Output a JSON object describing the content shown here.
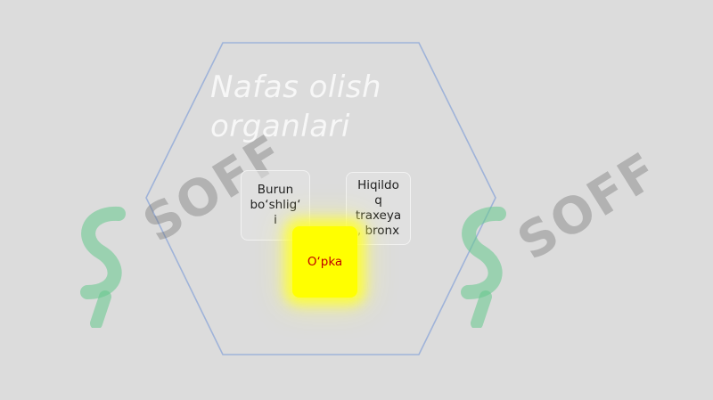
{
  "diagram": {
    "title_line1": "Nafas olish",
    "title_line2": "organlari",
    "nodes": [
      {
        "label": "Burun\nbo‘shlig‘\ni"
      },
      {
        "label": "Hiqildo\nq\ntraxeya\n, bronx"
      },
      {
        "label": "O‘pka",
        "highlighted": true,
        "color": "#ffff00",
        "text_color": "#c00000"
      }
    ]
  },
  "watermarks": [
    {
      "text": "SOFF"
    },
    {
      "text": "SOFF"
    }
  ],
  "colors": {
    "background": "#dcdcdc",
    "hexagon_stroke": "#9fb3d9",
    "watermark_green": "#7fcf9f"
  }
}
